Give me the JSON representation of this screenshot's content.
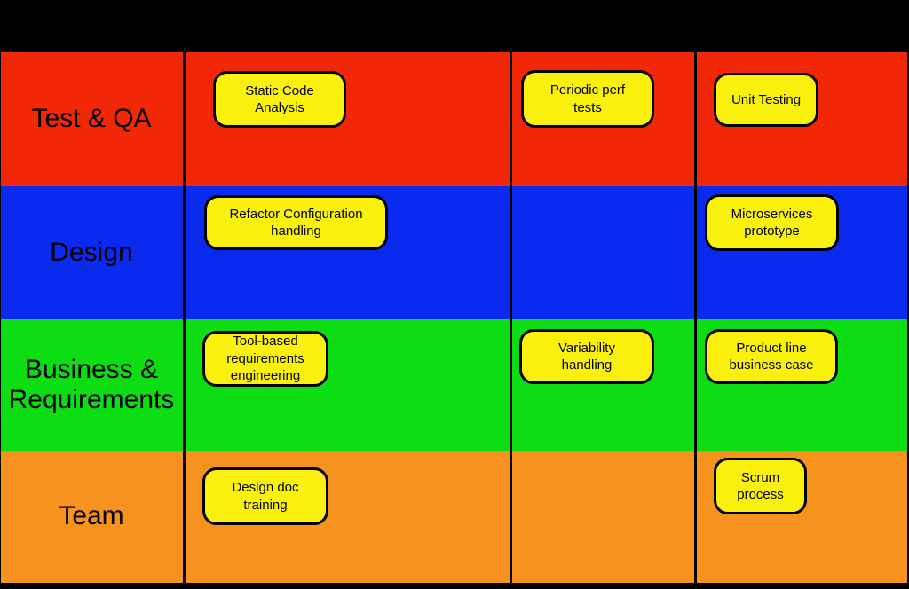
{
  "board": {
    "type": "planning-board",
    "card_fill": "#FAF00D",
    "card_border": "#000000",
    "divider_color": "#000000",
    "background": "#000000",
    "rows": [
      {
        "label": "Test & QA",
        "color": "#F22708",
        "cards": [
          {
            "text": "Static Code Analysis"
          },
          {
            "text": "Periodic perf tests"
          },
          {
            "text": "Unit Testing"
          }
        ]
      },
      {
        "label": "Design",
        "color": "#0A2AF0",
        "cards": [
          {
            "text": "Refactor Configuration handling"
          },
          {
            "text": "Microservices prototype"
          }
        ]
      },
      {
        "label": "Business & Requirements",
        "color": "#0DDE14",
        "cards": [
          {
            "text": "Tool-based requirements engineering"
          },
          {
            "text": "Variability handling"
          },
          {
            "text": "Product line business case"
          }
        ]
      },
      {
        "label": "Team",
        "color": "#F6921E",
        "cards": [
          {
            "text": "Design doc training"
          },
          {
            "text": "Scrum process"
          }
        ]
      }
    ]
  }
}
